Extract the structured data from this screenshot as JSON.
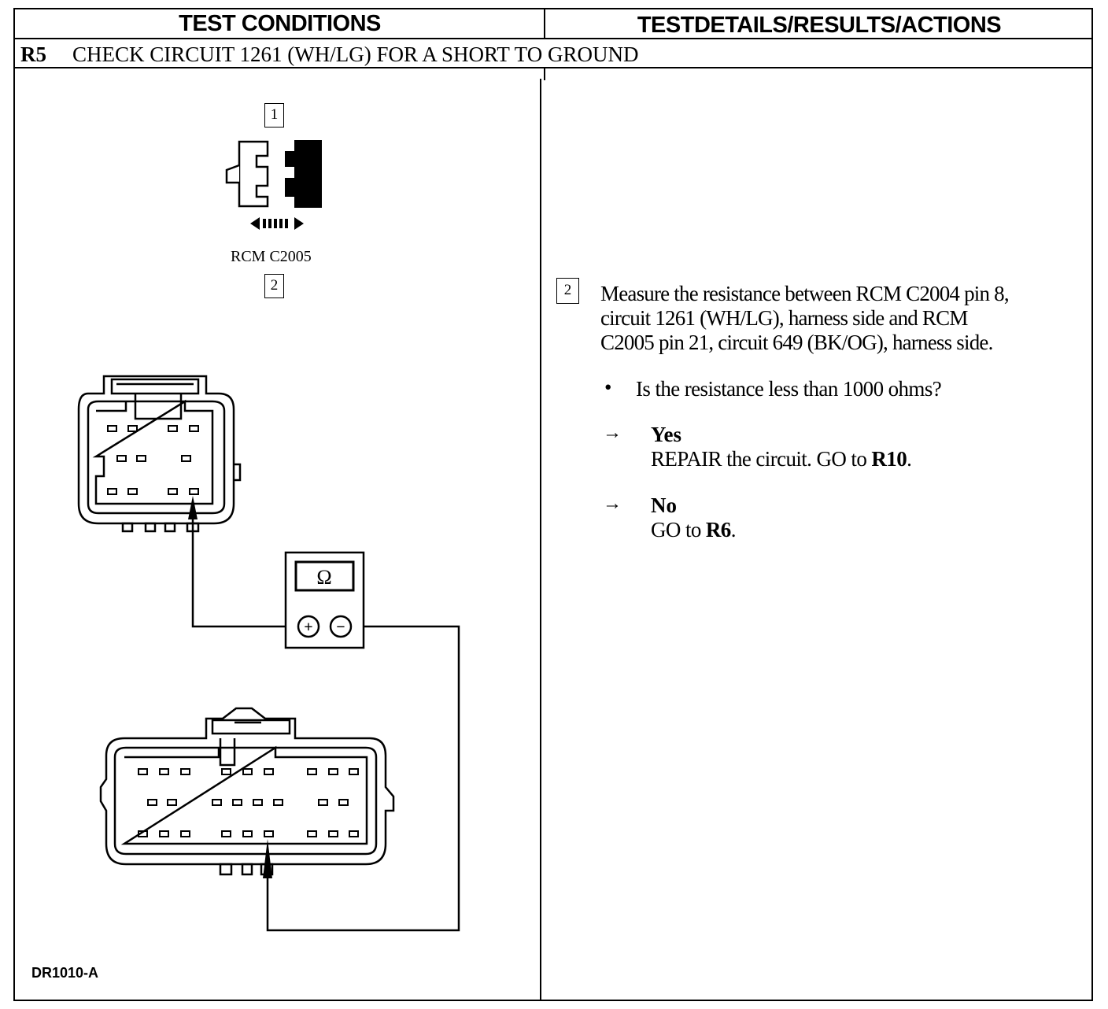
{
  "header": {
    "left_title": "TEST CONDITIONS",
    "right_title": "TESTDETAILS/RESULTS/ACTIONS"
  },
  "step": {
    "id": "R5",
    "title": "CHECK CIRCUIT 1261 (WH/LG) FOR A SHORT TO GROUND"
  },
  "figure": {
    "callout_1": "1",
    "callout_2": "2",
    "connector_label": "RCM C2005",
    "meter_symbol": "Ω",
    "meter_plus": "+",
    "meter_minus": "−",
    "figure_code": "DR1010-A"
  },
  "details": {
    "step_number": "2",
    "instruction_lines": [
      "Measure the resistance between RCM C2004 pin 8,",
      "circuit 1261 (WH/LG), harness side and RCM",
      "C2005 pin 21, circuit 649 (BK/OG), harness side."
    ],
    "bullet_symbol": "•",
    "question": "Is the resistance less than 1000 ohms?",
    "arrow_symbol": "→",
    "yes": {
      "label": "Yes",
      "action_prefix": "REPAIR the circuit. GO to ",
      "action_ref": "R10",
      "action_suffix": "."
    },
    "no": {
      "label": "No",
      "action_prefix": "GO to ",
      "action_ref": "R6",
      "action_suffix": "."
    }
  }
}
